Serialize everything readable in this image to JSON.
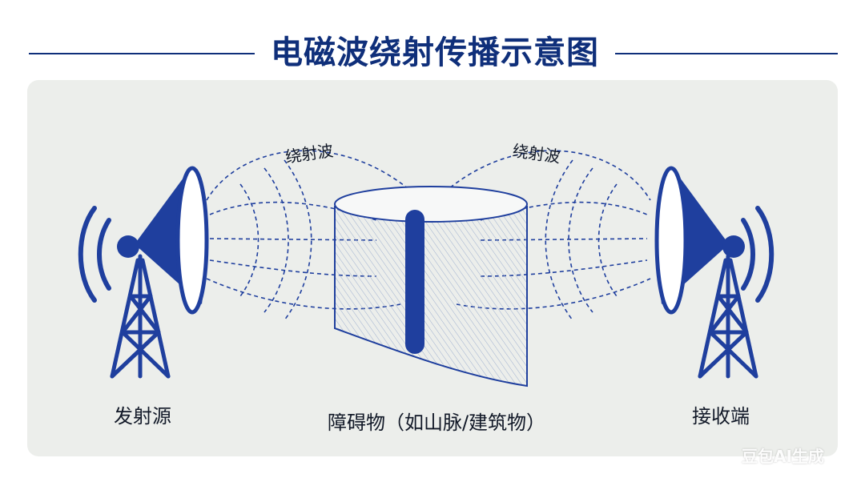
{
  "title": "电磁波绕射传播示意图",
  "labels": {
    "source": "发射源",
    "obstacle": "障碍物（如山脉/建筑物）",
    "receiver": "接收端",
    "diffracted_wave_left": "绕射波",
    "diffracted_wave_right": "绕射波"
  },
  "watermark": "豆包AI生成",
  "colors": {
    "primary": "#0f2f7a",
    "antenna": "#1f3f9e",
    "panel": "#eceeeb"
  }
}
